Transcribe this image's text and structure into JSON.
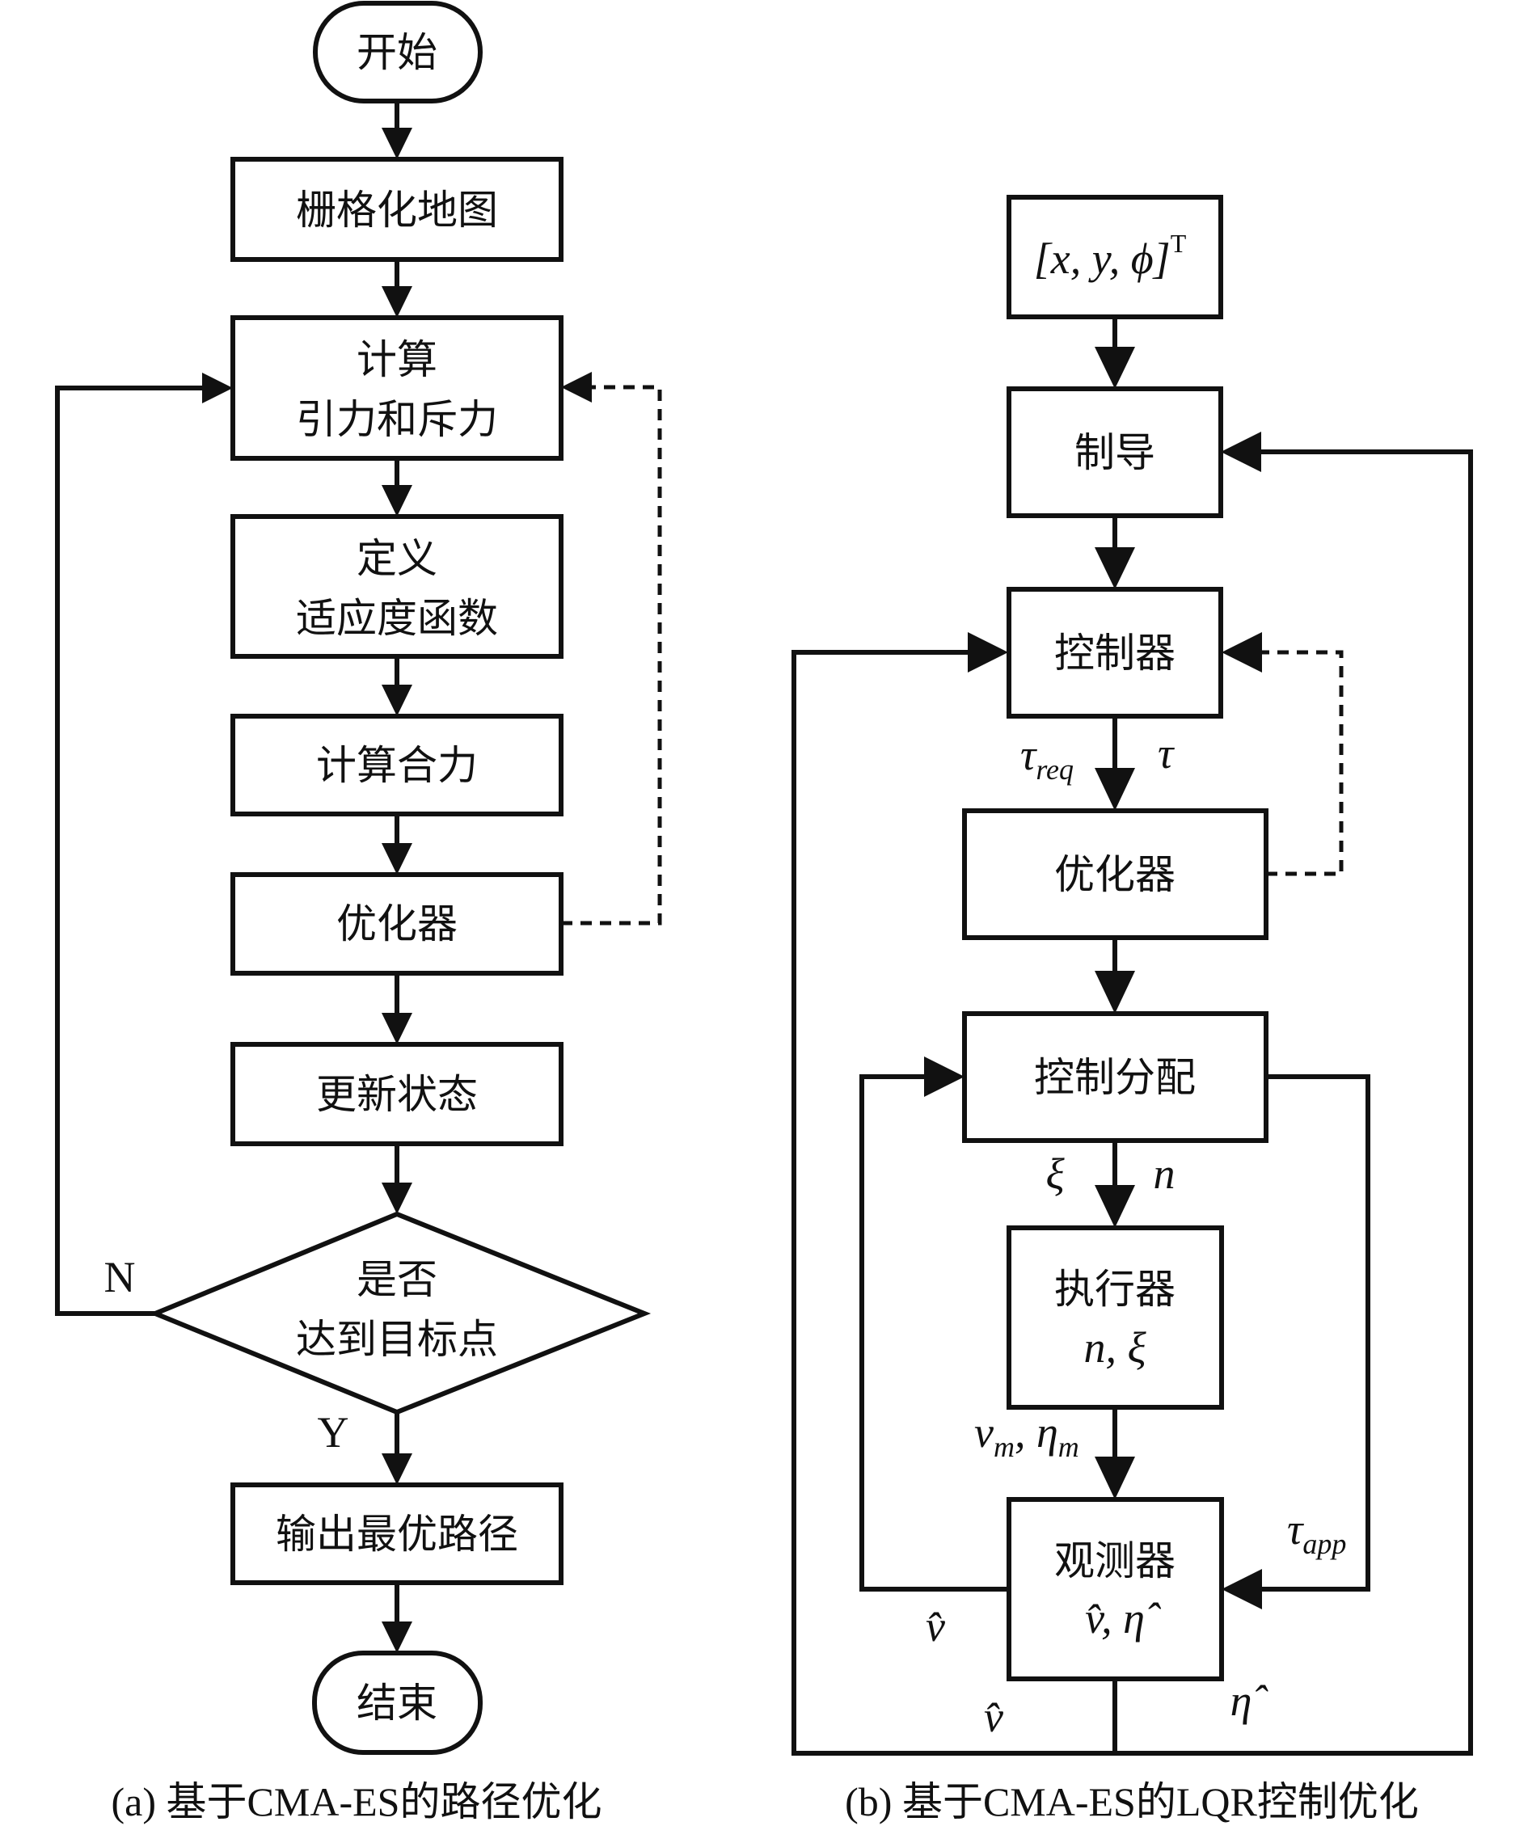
{
  "figure": {
    "panel_a": {
      "caption": "(a) 基于CMA-ES的路径优化",
      "start": "开始",
      "end": "结束",
      "steps": [
        {
          "lines": [
            "栅格化地图"
          ]
        },
        {
          "lines": [
            "计算",
            "引力和斥力"
          ]
        },
        {
          "lines": [
            "定义",
            "适应度函数"
          ]
        },
        {
          "lines": [
            "计算合力"
          ]
        },
        {
          "lines": [
            "优化器"
          ]
        },
        {
          "lines": [
            "更新状态"
          ]
        }
      ],
      "decision": {
        "lines": [
          "是否",
          "达到目标点"
        ],
        "no_label": "N",
        "yes_label": "Y"
      },
      "output": "输出最优路径"
    },
    "panel_b": {
      "caption": "(b) 基于CMA-ES的LQR控制优化",
      "input": {
        "base": "[x, y, ϕ]",
        "sup": "T"
      },
      "guidance": "制导",
      "controller": "控制器",
      "optimizer": "优化器",
      "allocation": "控制分配",
      "actuator": {
        "title": "执行器",
        "vars": "n, ξ"
      },
      "observer": {
        "title": "观测器",
        "vars": "v̂, η̂"
      },
      "labels": {
        "tau_req": {
          "base": "τ",
          "sub": "req"
        },
        "tau": "τ",
        "xi": "ξ",
        "n": "n",
        "vm_etam": {
          "v": "v",
          "v_sub": "m",
          "sep": ", ",
          "eta": "η",
          "eta_sub": "m"
        },
        "tau_app": {
          "base": "τ",
          "sub": "app"
        },
        "v_hat_inner": "v̂",
        "v_hat_outer": "v̂",
        "eta_hat_outer": "η̂"
      }
    }
  }
}
